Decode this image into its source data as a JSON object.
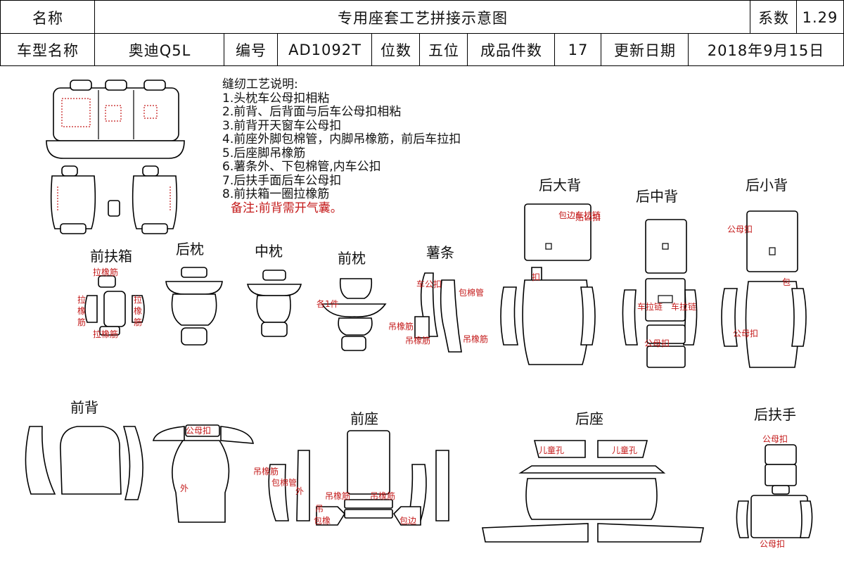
{
  "header": {
    "name_label": "名称",
    "title": "专用座套工艺拼接示意图",
    "coef_label": "系数",
    "coef_value": "1.29",
    "model_label": "车型名称",
    "model_value": "奥迪Q5L",
    "code_label": "编号",
    "code_value": "AD1092T",
    "seats_label": "位数",
    "seats_value": "五位",
    "pieces_label": "成品件数",
    "pieces_value": "17",
    "date_label": "更新日期",
    "date_value": "2018年9月15日"
  },
  "notes": {
    "heading": "缝纫工艺说明:",
    "items": [
      "1.头枕车公母扣相粘",
      "2.前背、后背面与后车公母扣相粘",
      "3.前背开天窗车公母扣",
      "4.前座外脚包棉管，内脚吊橡筋，前后车拉扣",
      "5.后座脚吊橡筋",
      "6.薯条外、下包棉管,内车公扣",
      "7.后扶手面后车公母扣",
      "8.前扶箱一圈拉橡筋"
    ],
    "remark": "备注:前背需开气囊。"
  },
  "sections": {
    "front_armbox": "前扶箱",
    "rear_pillow": "后枕",
    "mid_pillow": "中枕",
    "front_pillow": "前枕",
    "strip": "薯条",
    "rear_big_back": "后大背",
    "rear_mid_back": "后中背",
    "rear_small_back": "后小背",
    "front_back": "前背",
    "front_seat": "前座",
    "rear_seat": "后座",
    "rear_armrest": "后扶手"
  },
  "annotations": {
    "pull_elastic": "拉橡筋",
    "pull": "拉",
    "elastic": "橡",
    "tendon": "筋",
    "each_one": "各1件",
    "car_buckle": "车公扣",
    "wrap_cotton_tube": "包棉管",
    "hang_elastic": "吊橡筋",
    "wrap_edge_zip": "包边车拉链",
    "stick_buckle": "贴公扣",
    "buckle": "扣",
    "wrap": "包",
    "snap_buckle": "公母扣",
    "car_zip": "车拉链",
    "outer": "外",
    "child_hole": "儿童孔",
    "wrap_zip": "包边",
    "hang": "吊",
    "wrap_rubber": "包橡"
  }
}
